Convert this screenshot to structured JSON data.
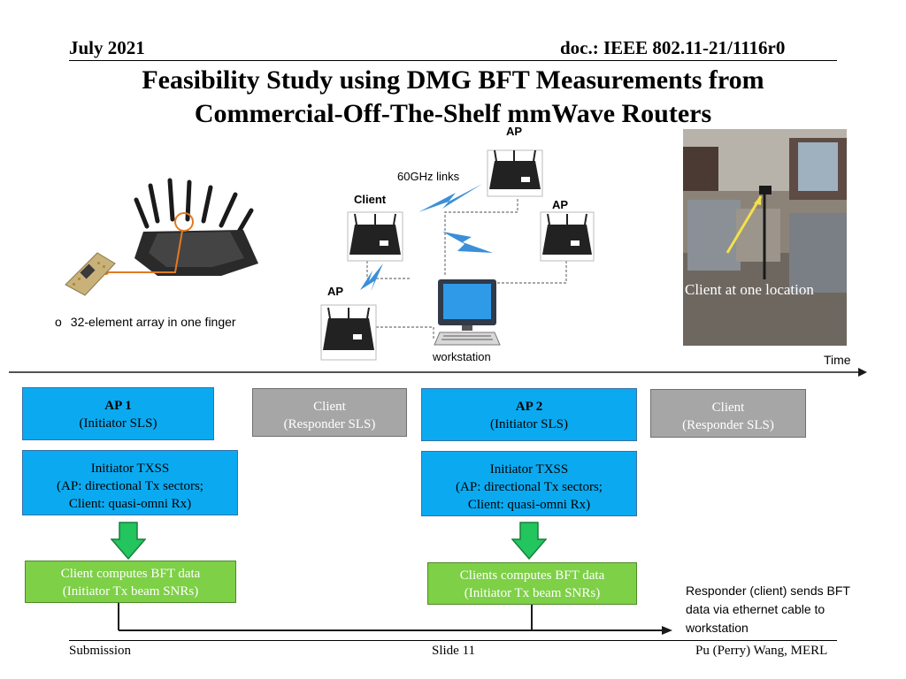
{
  "header": {
    "date": "July 2021",
    "doc": "doc.: IEEE 802.11-21/1116r0"
  },
  "title": {
    "line1": "Feasibility Study using DMG BFT Measurements from",
    "line2": "Commercial-Off-The-Shelf mmWave Routers"
  },
  "figure": {
    "label_ap_top": "AP",
    "label_ap_right": "AP",
    "label_ap_left": "AP",
    "label_client": "Client",
    "label_links": "60GHz links",
    "label_workstation": "workstation",
    "bullet_symbol": "o",
    "bullet_text": "32-element array in one finger",
    "photo_caption": "Client at one location",
    "time_label": "Time"
  },
  "flow": {
    "ap1_title": "AP 1",
    "ap1_sub": "(Initiator SLS)",
    "client1_title": "Client",
    "client1_sub": "(Responder SLS)",
    "ap2_title": "AP 2",
    "ap2_sub": "(Initiator SLS)",
    "client2_title": "Client",
    "client2_sub": "(Responder SLS)",
    "txss1_l1": "Initiator TXSS",
    "txss1_l2": "(AP: directional Tx sectors;",
    "txss1_l3": "Client: quasi-omni Rx)",
    "txss2_l1": "Initiator TXSS",
    "txss2_l2": "(AP: directional Tx sectors;",
    "txss2_l3": "Client: quasi-omni Rx)",
    "bft1_l1": "Client computes BFT data",
    "bft1_l2": "(Initiator Tx beam SNRs)",
    "bft2_l1": "Clients computes BFT data",
    "bft2_l2": "(Initiator Tx beam SNRs)",
    "note_l1": "Responder (client) sends BFT",
    "note_l2": "data via ethernet cable to",
    "note_l3": "workstation"
  },
  "footer": {
    "left": "Submission",
    "center": "Slide 11",
    "right": "Pu (Perry) Wang, MERL"
  },
  "colors": {
    "initiator_box": "#0baaf0",
    "responder_box": "#a6a6a6",
    "compute_box": "#7ed047",
    "down_arrow": "#22c55e",
    "link_bolt": "#3b8fd8"
  }
}
